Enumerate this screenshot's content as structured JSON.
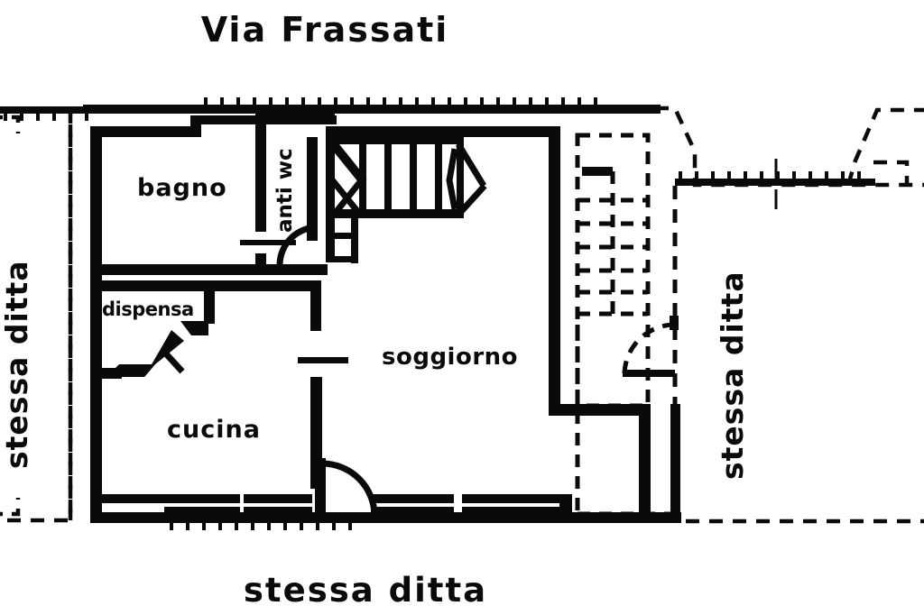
{
  "drawing": {
    "kind": "architectural-floor-plan",
    "street_title": "Via Frassati",
    "ink_color": "#0a0a0a",
    "paper_color": "#ffffff"
  },
  "rooms": [
    {
      "id": "bagno",
      "label": "bagno"
    },
    {
      "id": "anti-wc",
      "label": "anti wc"
    },
    {
      "id": "dispensa",
      "label": "dispensa"
    },
    {
      "id": "cucina",
      "label": "cucina"
    },
    {
      "id": "soggiorno",
      "label": "soggiorno"
    }
  ],
  "boundary_notes": {
    "left": "stessa ditta",
    "right": "stessa ditta",
    "bottom": "stessa ditta"
  },
  "legend_terms": {
    "stessa_ditta": "stessa ditta",
    "street": "Via Frassati"
  }
}
